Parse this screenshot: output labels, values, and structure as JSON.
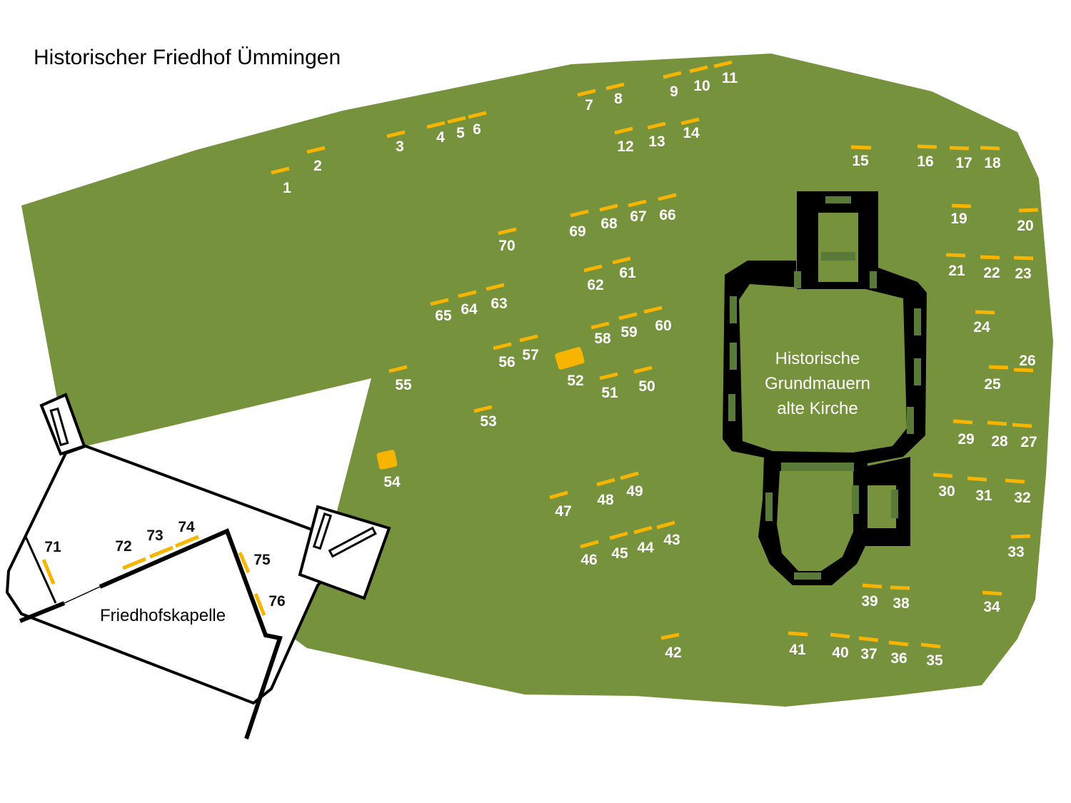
{
  "title": "Historischer Friedhof Ümmingen",
  "colors": {
    "cemetery_ground": "#76923c",
    "grave_marker": "#f7b500",
    "wall": "#000000",
    "window": "#5a7a3a",
    "number_text": "#ffffff"
  },
  "church": {
    "label_lines": [
      "Historische",
      "Grundmauern",
      "alte Kirche"
    ]
  },
  "chapel": {
    "label": "Friedhofskapelle"
  },
  "graves": [
    "1",
    "2",
    "3",
    "4",
    "5",
    "6",
    "7",
    "8",
    "9",
    "10",
    "11",
    "12",
    "13",
    "14",
    "15",
    "16",
    "17",
    "18",
    "19",
    "20",
    "21",
    "22",
    "23",
    "24",
    "25",
    "26",
    "27",
    "28",
    "29",
    "30",
    "31",
    "32",
    "33",
    "34",
    "35",
    "36",
    "37",
    "38",
    "39",
    "40",
    "41",
    "42",
    "43",
    "44",
    "45",
    "46",
    "47",
    "48",
    "49",
    "50",
    "51",
    "52",
    "53",
    "54",
    "55",
    "56",
    "57",
    "58",
    "59",
    "60",
    "61",
    "62",
    "63",
    "64",
    "65",
    "66",
    "67",
    "68",
    "69",
    "70",
    "71",
    "72",
    "73",
    "74",
    "75",
    "76"
  ]
}
